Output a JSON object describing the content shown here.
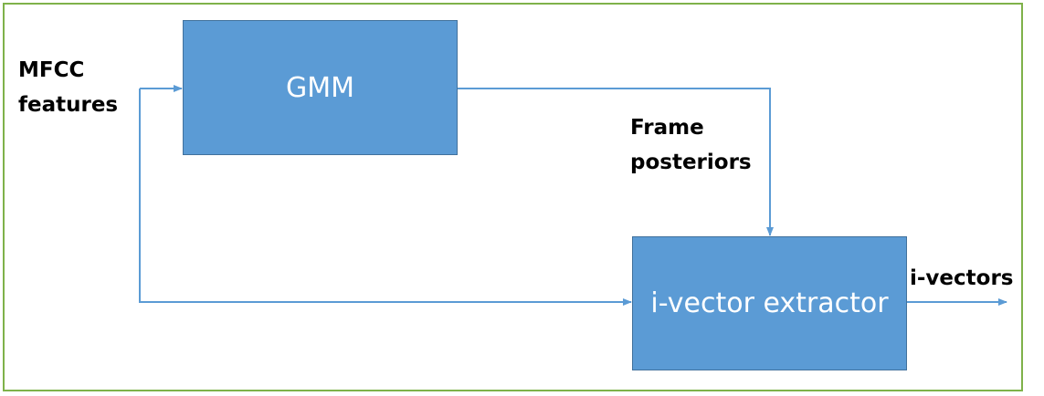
{
  "diagram": {
    "blocks": {
      "gmm": "GMM",
      "extractor": "i-vector extractor"
    },
    "labels": {
      "input_line1": "MFCC",
      "input_line2": "features",
      "posteriors_line1": "Frame",
      "posteriors_line2": "posteriors",
      "output": "i-vectors"
    },
    "colors": {
      "block_fill": "#5b9bd5",
      "block_border": "#41719c",
      "arrow": "#5b9bd5",
      "frame_border": "#7fb24a",
      "block_text": "#ffffff",
      "label_text": "#000000"
    }
  }
}
